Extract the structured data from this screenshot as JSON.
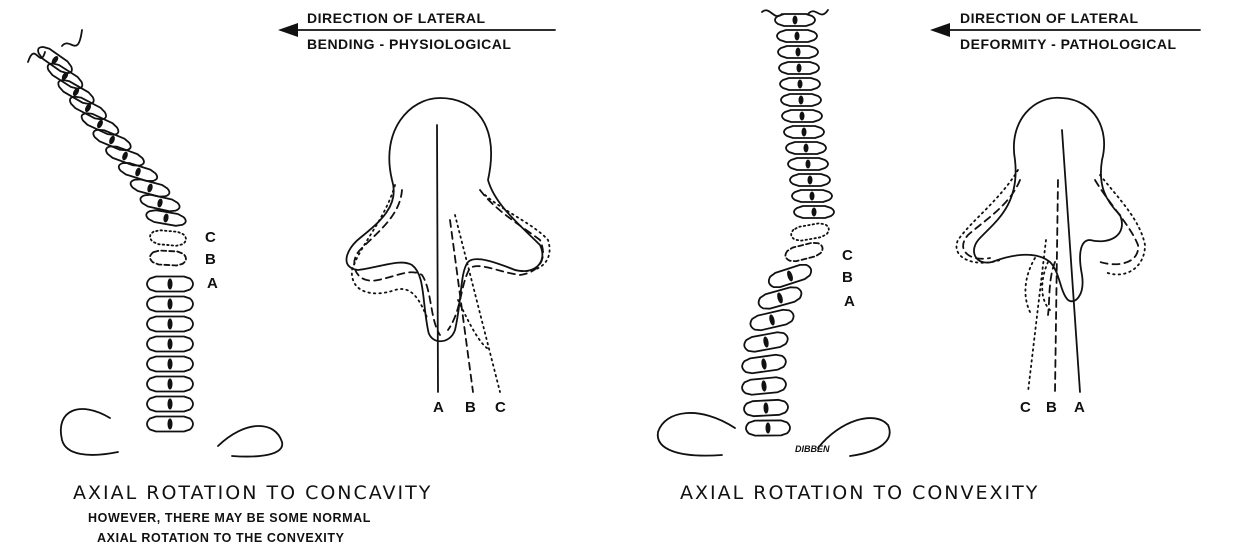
{
  "left_panel": {
    "header_line1": "DIRECTION OF LATERAL",
    "header_line2": "BENDING - PHYSIOLOGICAL",
    "spine_labels": [
      "C",
      "B",
      "A"
    ],
    "axis_labels": [
      "A",
      "B",
      "C"
    ],
    "caption": "AXIAL ROTATION TO CONCAVITY",
    "subcaption_line1": "HOWEVER, THERE MAY BE SOME NORMAL",
    "subcaption_line2": "AXIAL ROTATION TO THE CONVEXITY"
  },
  "right_panel": {
    "header_line1": "DIRECTION OF LATERAL",
    "header_line2": "DEFORMITY - PATHOLOGICAL",
    "spine_labels": [
      "C",
      "B",
      "A"
    ],
    "axis_labels": [
      "C",
      "B",
      "A"
    ],
    "caption": "AXIAL ROTATION TO CONVEXITY",
    "signature": "DIBBEN"
  }
}
